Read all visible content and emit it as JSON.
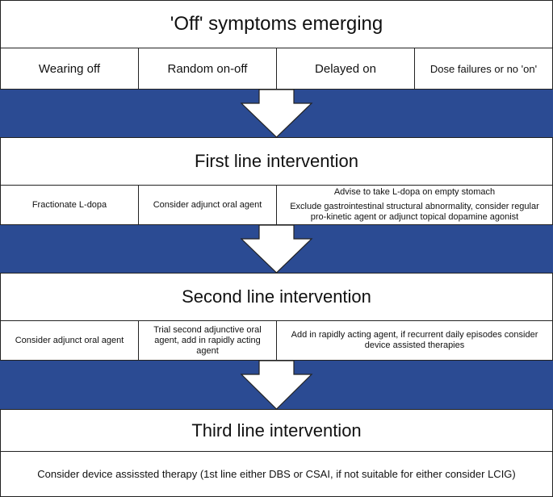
{
  "header": {
    "title": "'Off' symptoms emerging"
  },
  "categories": [
    "Wearing off",
    "Random on-off",
    "Delayed on",
    "Dose failures or no 'on'"
  ],
  "first_line": {
    "title": "First line intervention",
    "items": [
      "Fractionate L-dopa",
      "Consider adjunct oral agent",
      "Advise to take L-dopa on empty stomach",
      "Exclude gastrointestinal structural abnormality, consider regular pro-kinetic agent or adjunct topical dopamine agonist"
    ]
  },
  "second_line": {
    "title": "Second line intervention",
    "items": [
      "Consider adjunct oral agent",
      "Trial second adjunctive oral agent, add in rapidly acting agent",
      "Add in rapidly acting agent, if recurrent daily episodes consider device assisted therapies"
    ]
  },
  "third_line": {
    "title": "Third line intervention",
    "item": "Consider device assissted therapy (1st line either DBS or CSAI, if not suitable for either consider LCIG)"
  },
  "colors": {
    "band": "#2b4b93",
    "border": "#222222"
  }
}
